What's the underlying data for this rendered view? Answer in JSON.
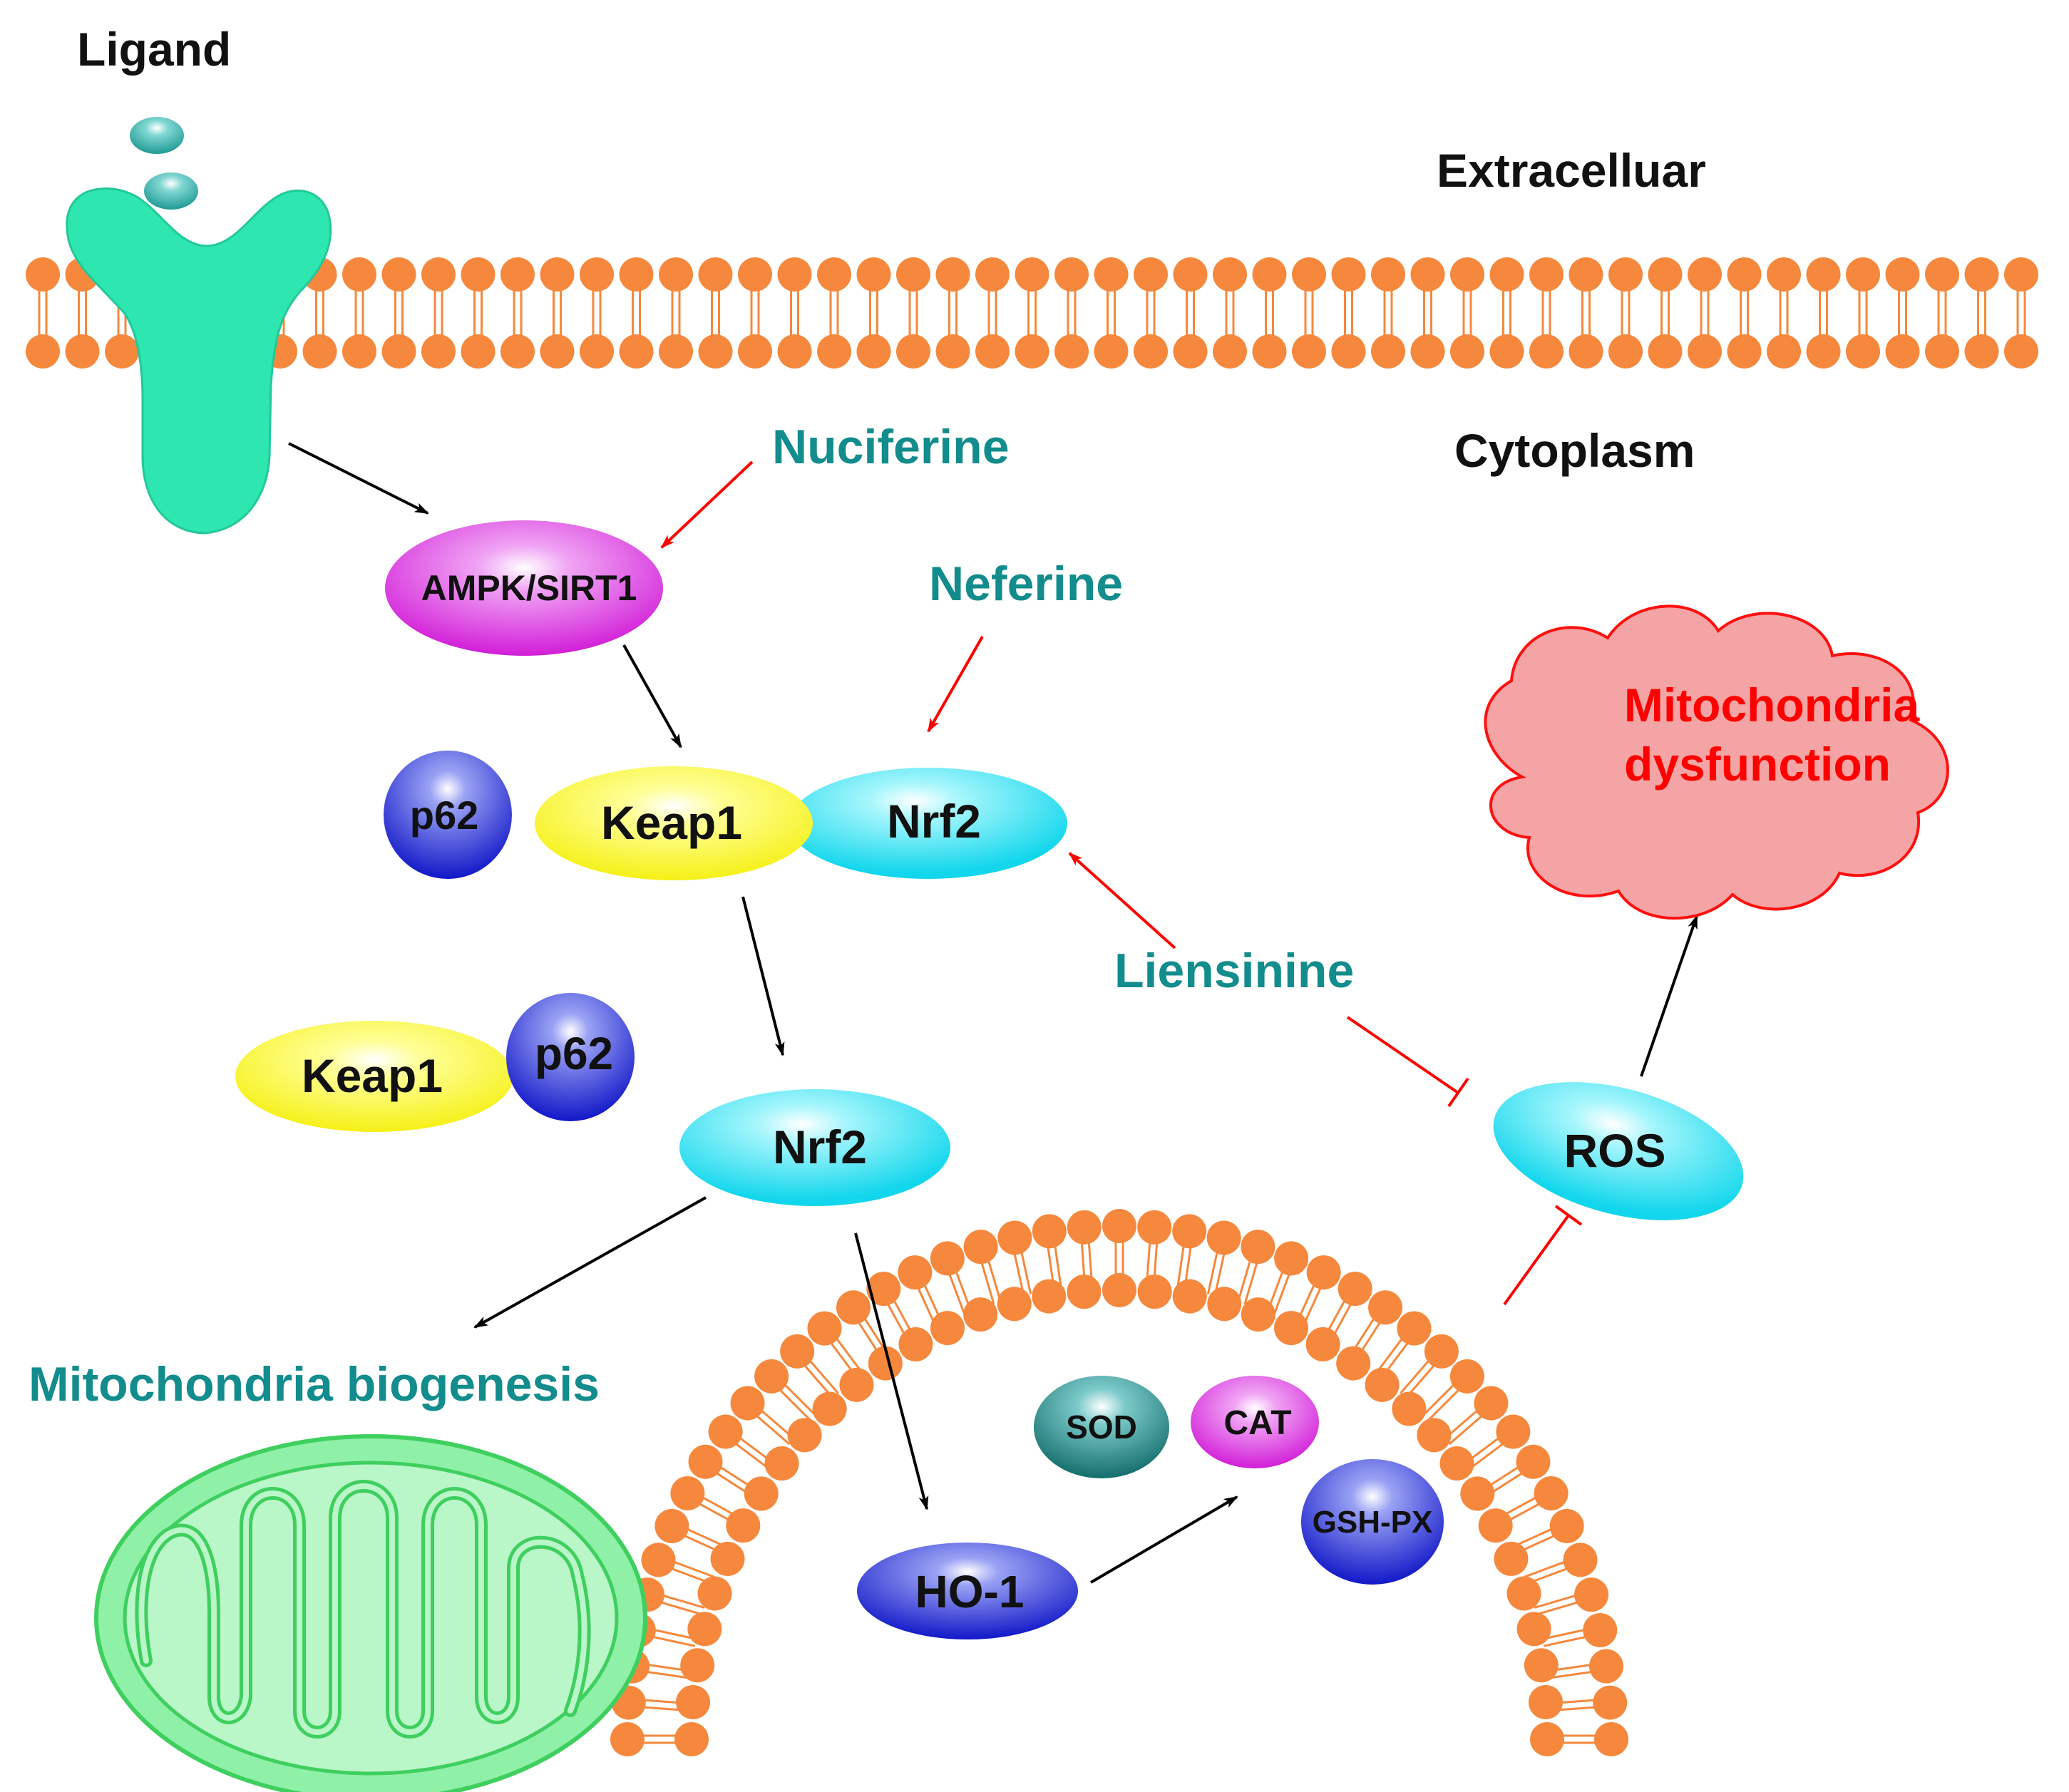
{
  "labels": {
    "ligand": "Ligand",
    "extracellular": "Extracelluar",
    "cytoplasm": "Cytoplasm",
    "nuciferine": "Nuciferine",
    "neferine": "Neferine",
    "liensinine": "Liensinine",
    "mito_biogenesis": "Mitochondria biogenesis",
    "mito_dysfunction_line1": "Mitochondria",
    "mito_dysfunction_line2": "dysfunction"
  },
  "nodes": {
    "ampk": "AMPK/SIRT1",
    "p62_top": "p62",
    "keap1_top": "Keap1",
    "nrf2_top": "Nrf2",
    "keap1_free": "Keap1",
    "p62_free": "p62",
    "nrf2_free": "Nrf2",
    "ros": "ROS",
    "sod": "SOD",
    "cat": "CAT",
    "gsh": "GSH-PX",
    "ho1": "HO-1"
  },
  "colors": {
    "lipid_head": "#f5883c",
    "receptor": "#2ee6b0",
    "ligand_ball": "#2aa6a0",
    "teal_text": "#128c8c",
    "red": "#ff0000",
    "magenta": "#e23ee6",
    "yellow": "#ffff33",
    "cyan": "#22e0f0",
    "blue": "#1c28e0",
    "dark_teal": "#177a78",
    "mito_green": "#7ee79a",
    "cloud_fill": "#f4a4a4"
  }
}
